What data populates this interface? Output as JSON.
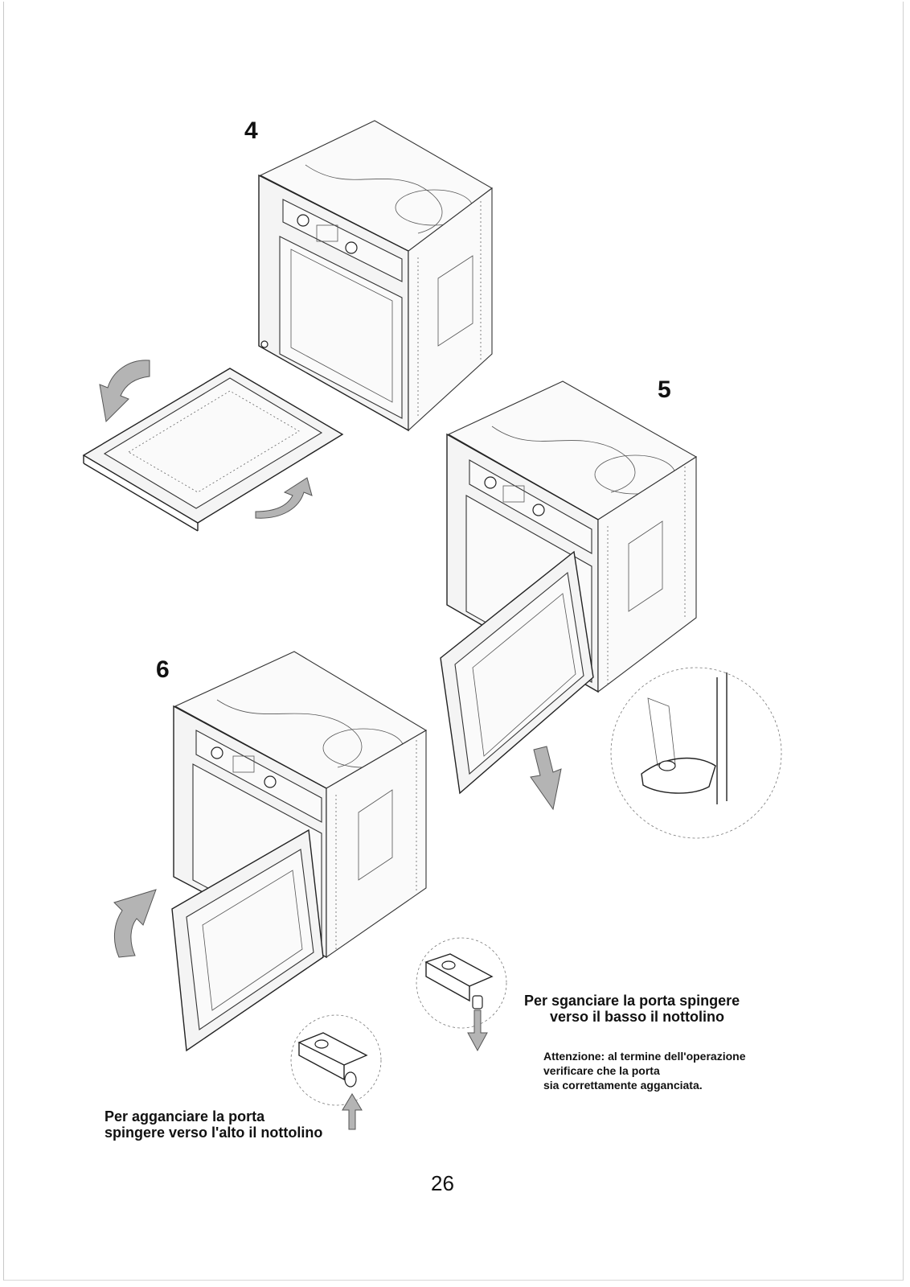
{
  "steps": {
    "step4": "4",
    "step5": "5",
    "step6": "6"
  },
  "captions": {
    "unhook_line1": "Per sganciare la porta spingere",
    "unhook_line2": "verso il basso il nottolino",
    "hook_line1": "Per agganciare la porta",
    "hook_line2": "spingere verso l'alto il nottolino"
  },
  "note": {
    "line1": "Attenzione: al termine dell'operazione",
    "line2": "verificare che la porta",
    "line3": "sia correttamente agganciata."
  },
  "page_number": "26",
  "icons": [
    "rotate-arrow-icon",
    "down-arrow-icon",
    "up-arrow-icon",
    "oven-illustration",
    "door-illustration",
    "hinge-detail-illustration"
  ]
}
